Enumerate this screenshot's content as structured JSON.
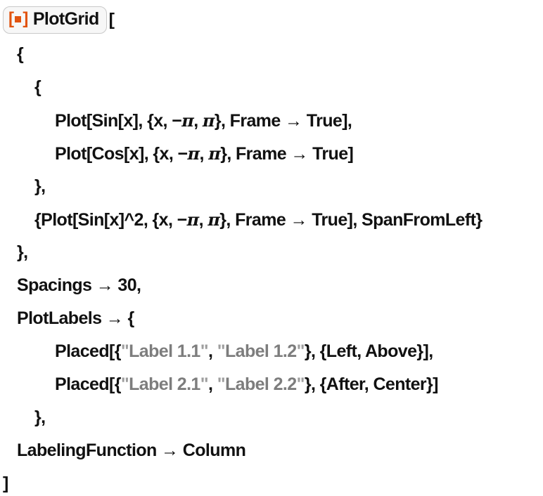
{
  "resource_function": {
    "name": "PlotGrid",
    "open_bracket": "[",
    "icon": "resource-function-icon"
  },
  "colors": {
    "accent_orange": "#e1530e",
    "code_text": "#111111",
    "string_gray": "#7d7d7d",
    "quote_gray": "#9e9e9e",
    "badge_background": "#f7f7f7",
    "badge_border": "#c9c9c9",
    "page_background": "#ffffff"
  },
  "code": {
    "lines": [
      {
        "indent": 1,
        "tokens": [
          "{"
        ]
      },
      {
        "indent": 2,
        "tokens": [
          "{"
        ]
      },
      {
        "indent": 3,
        "tokens": [
          "Plot[Sin[x], {x, −",
          "π",
          ", ",
          "π",
          "}, Frame → True],"
        ]
      },
      {
        "indent": 3,
        "tokens": [
          "Plot[Cos[x], {x, −",
          "π",
          ", ",
          "π",
          "}, Frame → True]"
        ]
      },
      {
        "indent": 2,
        "tokens": [
          "},"
        ]
      },
      {
        "indent": 2,
        "tokens": [
          "{Plot[Sin[x]^2, {x, −",
          "π",
          ", ",
          "π",
          "}, Frame → True], SpanFromLeft}"
        ]
      },
      {
        "indent": 1,
        "tokens": [
          "},"
        ]
      },
      {
        "indent": 1,
        "tokens": [
          "Spacings → 30,"
        ]
      },
      {
        "indent": 1,
        "tokens": [
          "PlotLabels → {"
        ]
      },
      {
        "indent": 3,
        "tokens": [
          "Placed[{",
          "\"",
          "Label 1.1",
          "\"",
          ", ",
          "\"",
          "Label 1.2",
          "\"",
          "}, {Left, Above}],"
        ]
      },
      {
        "indent": 3,
        "tokens": [
          "Placed[{",
          "\"",
          "Label 2.1",
          "\"",
          ", ",
          "\"",
          "Label 2.2",
          "\"",
          "}, {After, Center}]"
        ]
      },
      {
        "indent": 2,
        "tokens": [
          "},"
        ]
      },
      {
        "indent": 1,
        "tokens": [
          "LabelingFunction → Column"
        ]
      },
      {
        "indent": 0,
        "tokens": [
          "]"
        ]
      }
    ]
  }
}
